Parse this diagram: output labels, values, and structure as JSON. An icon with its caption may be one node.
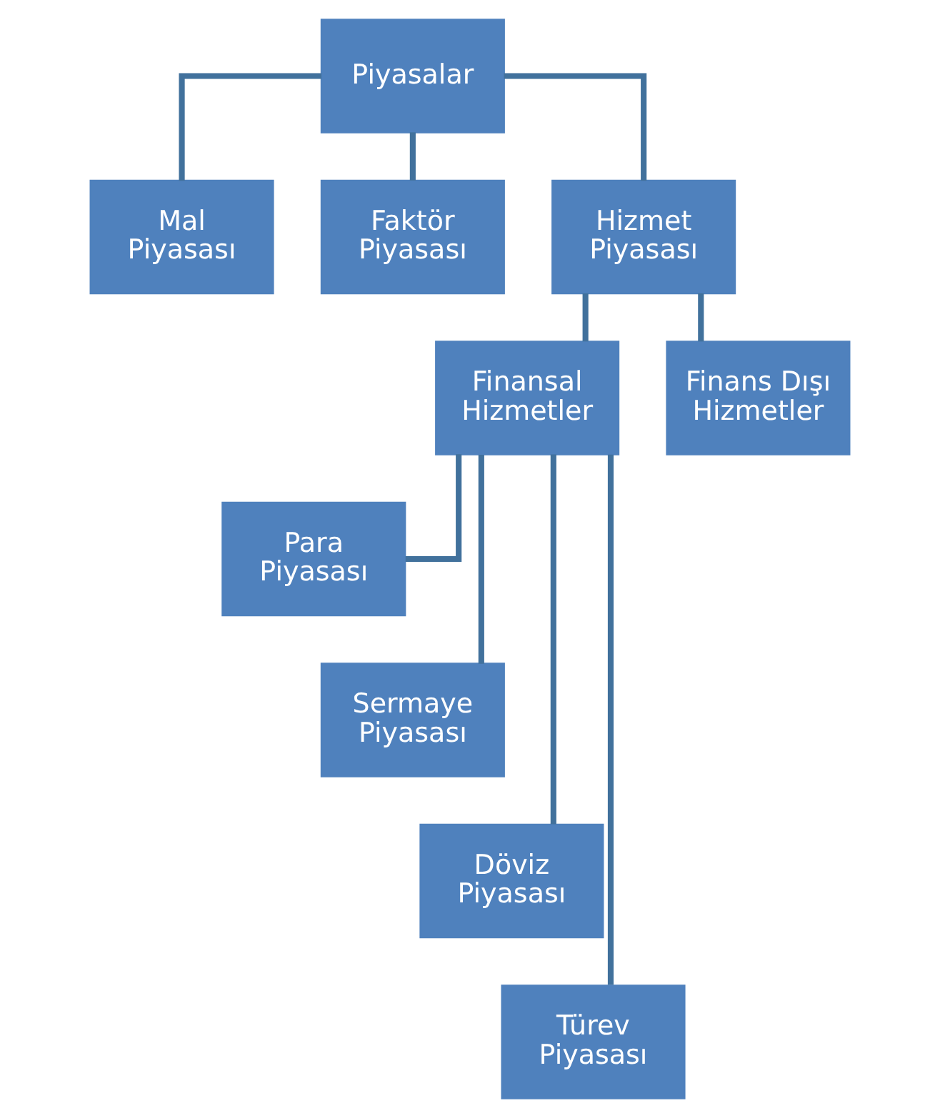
{
  "diagram": {
    "nodes": [
      {
        "text": [
          "Piyasalar"
        ]
      },
      {
        "text": [
          "Mal Piyasası"
        ]
      },
      {
        "text": [
          "Faktör Piyasası"
        ]
      },
      {
        "text": [
          "Hizmet Piyasası"
        ]
      },
      {
        "text": [
          "Finansal Hizmetler"
        ]
      },
      {
        "text": [
          "Finans Dışı Hizmetler"
        ]
      },
      {
        "text": [
          "Para Piyasası"
        ]
      },
      {
        "text": [
          "Sermaye Piyasası"
        ]
      },
      {
        "text": [
          "Döviz Piyasası"
        ]
      },
      {
        "text": [
          "Türev Piyasası"
        ]
      }
    ],
    "edges": [
      {
        "from": 0,
        "to": 1,
        "arrow": "none"
      },
      {
        "from": 0,
        "to": 2,
        "arrow": "none"
      },
      {
        "from": 0,
        "to": 3,
        "arrow": "none"
      },
      {
        "from": 3,
        "to": 4,
        "arrow": "none"
      },
      {
        "from": 3,
        "to": 5,
        "arrow": "none"
      },
      {
        "from": 4,
        "to": 6,
        "arrow": "none"
      },
      {
        "from": 4,
        "to": 7,
        "arrow": "none"
      },
      {
        "from": 4,
        "to": 8,
        "arrow": "none"
      },
      {
        "from": 4,
        "to": 9,
        "arrow": "none"
      }
    ]
  }
}
